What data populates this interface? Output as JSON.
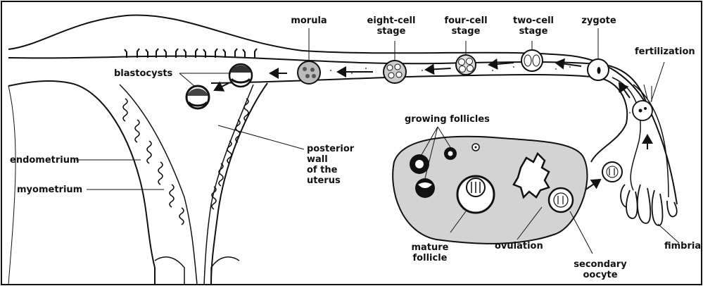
{
  "labels": {
    "morula": "morula",
    "eight_cell": [
      "eight-cell",
      "stage"
    ],
    "four_cell": [
      "four-cell",
      "stage"
    ],
    "two_cell": [
      "two-cell",
      "stage"
    ],
    "zygote": "zygote",
    "fertilization": "fertilization",
    "blastocysts": "blastocysts",
    "growing_follicles": "growing follicles",
    "posterior_wall": [
      "posterior",
      "wall",
      "of the",
      "uterus"
    ],
    "endometrium": "endometrium",
    "myometrium": "myometrium",
    "mature_follicle": [
      "mature",
      "follicle"
    ],
    "ovulation": "ovulation",
    "secondary_oocyte": [
      "secondary",
      "oocyte"
    ],
    "fimbria": "fimbria"
  }
}
